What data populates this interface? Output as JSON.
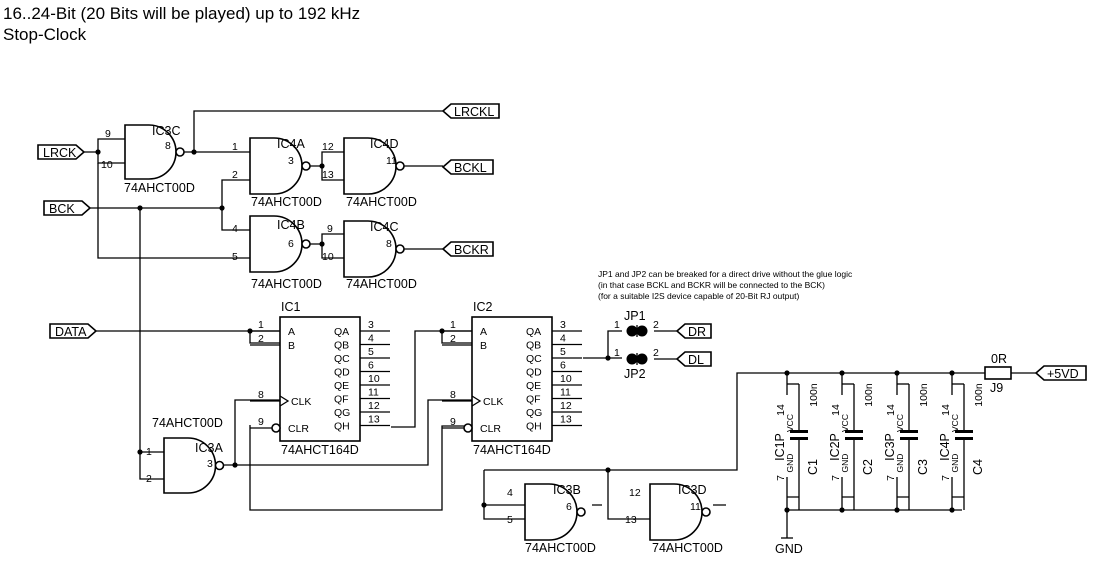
{
  "header": {
    "line1": "16..24-Bit (20 Bits will be played) up to 192 kHz",
    "line2": "Stop-Clock"
  },
  "ports": {
    "lrck": "LRCK",
    "bck": "BCK",
    "data": "DATA",
    "lrckl": "LRCKL",
    "bckl": "BCKL",
    "bckr": "BCKR",
    "dr": "DR",
    "dl": "DL",
    "vdd": "+5VD"
  },
  "gates": {
    "ic3c": {
      "ref": "IC3C",
      "value": "74AHCT00D",
      "in1": "9",
      "in2": "10",
      "out": "8"
    },
    "ic4a": {
      "ref": "IC4A",
      "value": "74AHCT00D",
      "in1": "1",
      "in2": "2",
      "out": "3"
    },
    "ic4d": {
      "ref": "IC4D",
      "value": "74AHCT00D",
      "in1": "12",
      "in2": "13",
      "out": "11"
    },
    "ic4b": {
      "ref": "IC4B",
      "value": "74AHCT00D",
      "in1": "4",
      "in2": "5",
      "out": "6"
    },
    "ic4c": {
      "ref": "IC4C",
      "value": "74AHCT00D",
      "in1": "9",
      "in2": "10",
      "out": "8"
    },
    "ic3a": {
      "ref": "IC3A",
      "value": "74AHCT00D",
      "in1": "1",
      "in2": "2",
      "out": "3"
    },
    "ic3b": {
      "ref": "IC3B",
      "value": "74AHCT00D",
      "in1": "4",
      "in2": "5",
      "out": "6"
    },
    "ic3d": {
      "ref": "IC3D",
      "value": "74AHCT00D",
      "in1": "12",
      "in2": "13",
      "out": "11"
    }
  },
  "shift_registers": {
    "ic1": {
      "ref": "IC1",
      "value": "74AHCT164D"
    },
    "ic2": {
      "ref": "IC2",
      "value": "74AHCT164D"
    },
    "left_pins": [
      {
        "num": "1",
        "name": "A"
      },
      {
        "num": "2",
        "name": "B"
      },
      {
        "num": "8",
        "name": "CLK"
      },
      {
        "num": "9",
        "name": "CLR"
      }
    ],
    "right_pins": [
      {
        "num": "3",
        "name": "QA"
      },
      {
        "num": "4",
        "name": "QB"
      },
      {
        "num": "5",
        "name": "QC"
      },
      {
        "num": "6",
        "name": "QD"
      },
      {
        "num": "10",
        "name": "QE"
      },
      {
        "num": "11",
        "name": "QF"
      },
      {
        "num": "12",
        "name": "QG"
      },
      {
        "num": "13",
        "name": "QH"
      }
    ]
  },
  "jumpers": {
    "jp1": {
      "ref": "JP1",
      "pin1": "1",
      "pin2": "2"
    },
    "jp2": {
      "ref": "JP2",
      "pin1": "1",
      "pin2": "2"
    }
  },
  "note": {
    "line1": "JP1 and JP2 can be breaked for a direct drive without the glue logic",
    "line2": "(in that case BCKL and BCKR will be connected to the BCK)",
    "line3": "(for a suitable I2S device capable of 20-Bit RJ output)"
  },
  "power": {
    "j9_ref": "J9",
    "j9_value": "0R",
    "gnd_label": "GND",
    "units": [
      {
        "ref": "IC1P",
        "vcc_pin": "14",
        "gnd_pin": "7",
        "vcc": "VCC",
        "gnd": "GND",
        "cap_ref": "C1",
        "cap_value": "100n"
      },
      {
        "ref": "IC2P",
        "vcc_pin": "14",
        "gnd_pin": "7",
        "vcc": "VCC",
        "gnd": "GND",
        "cap_ref": "C2",
        "cap_value": "100n"
      },
      {
        "ref": "IC3P",
        "vcc_pin": "14",
        "gnd_pin": "7",
        "vcc": "VCC",
        "gnd": "GND",
        "cap_ref": "C3",
        "cap_value": "100n"
      },
      {
        "ref": "IC4P",
        "vcc_pin": "14",
        "gnd_pin": "7",
        "vcc": "VCC",
        "gnd": "GND",
        "cap_ref": "C4",
        "cap_value": "100n"
      }
    ]
  }
}
